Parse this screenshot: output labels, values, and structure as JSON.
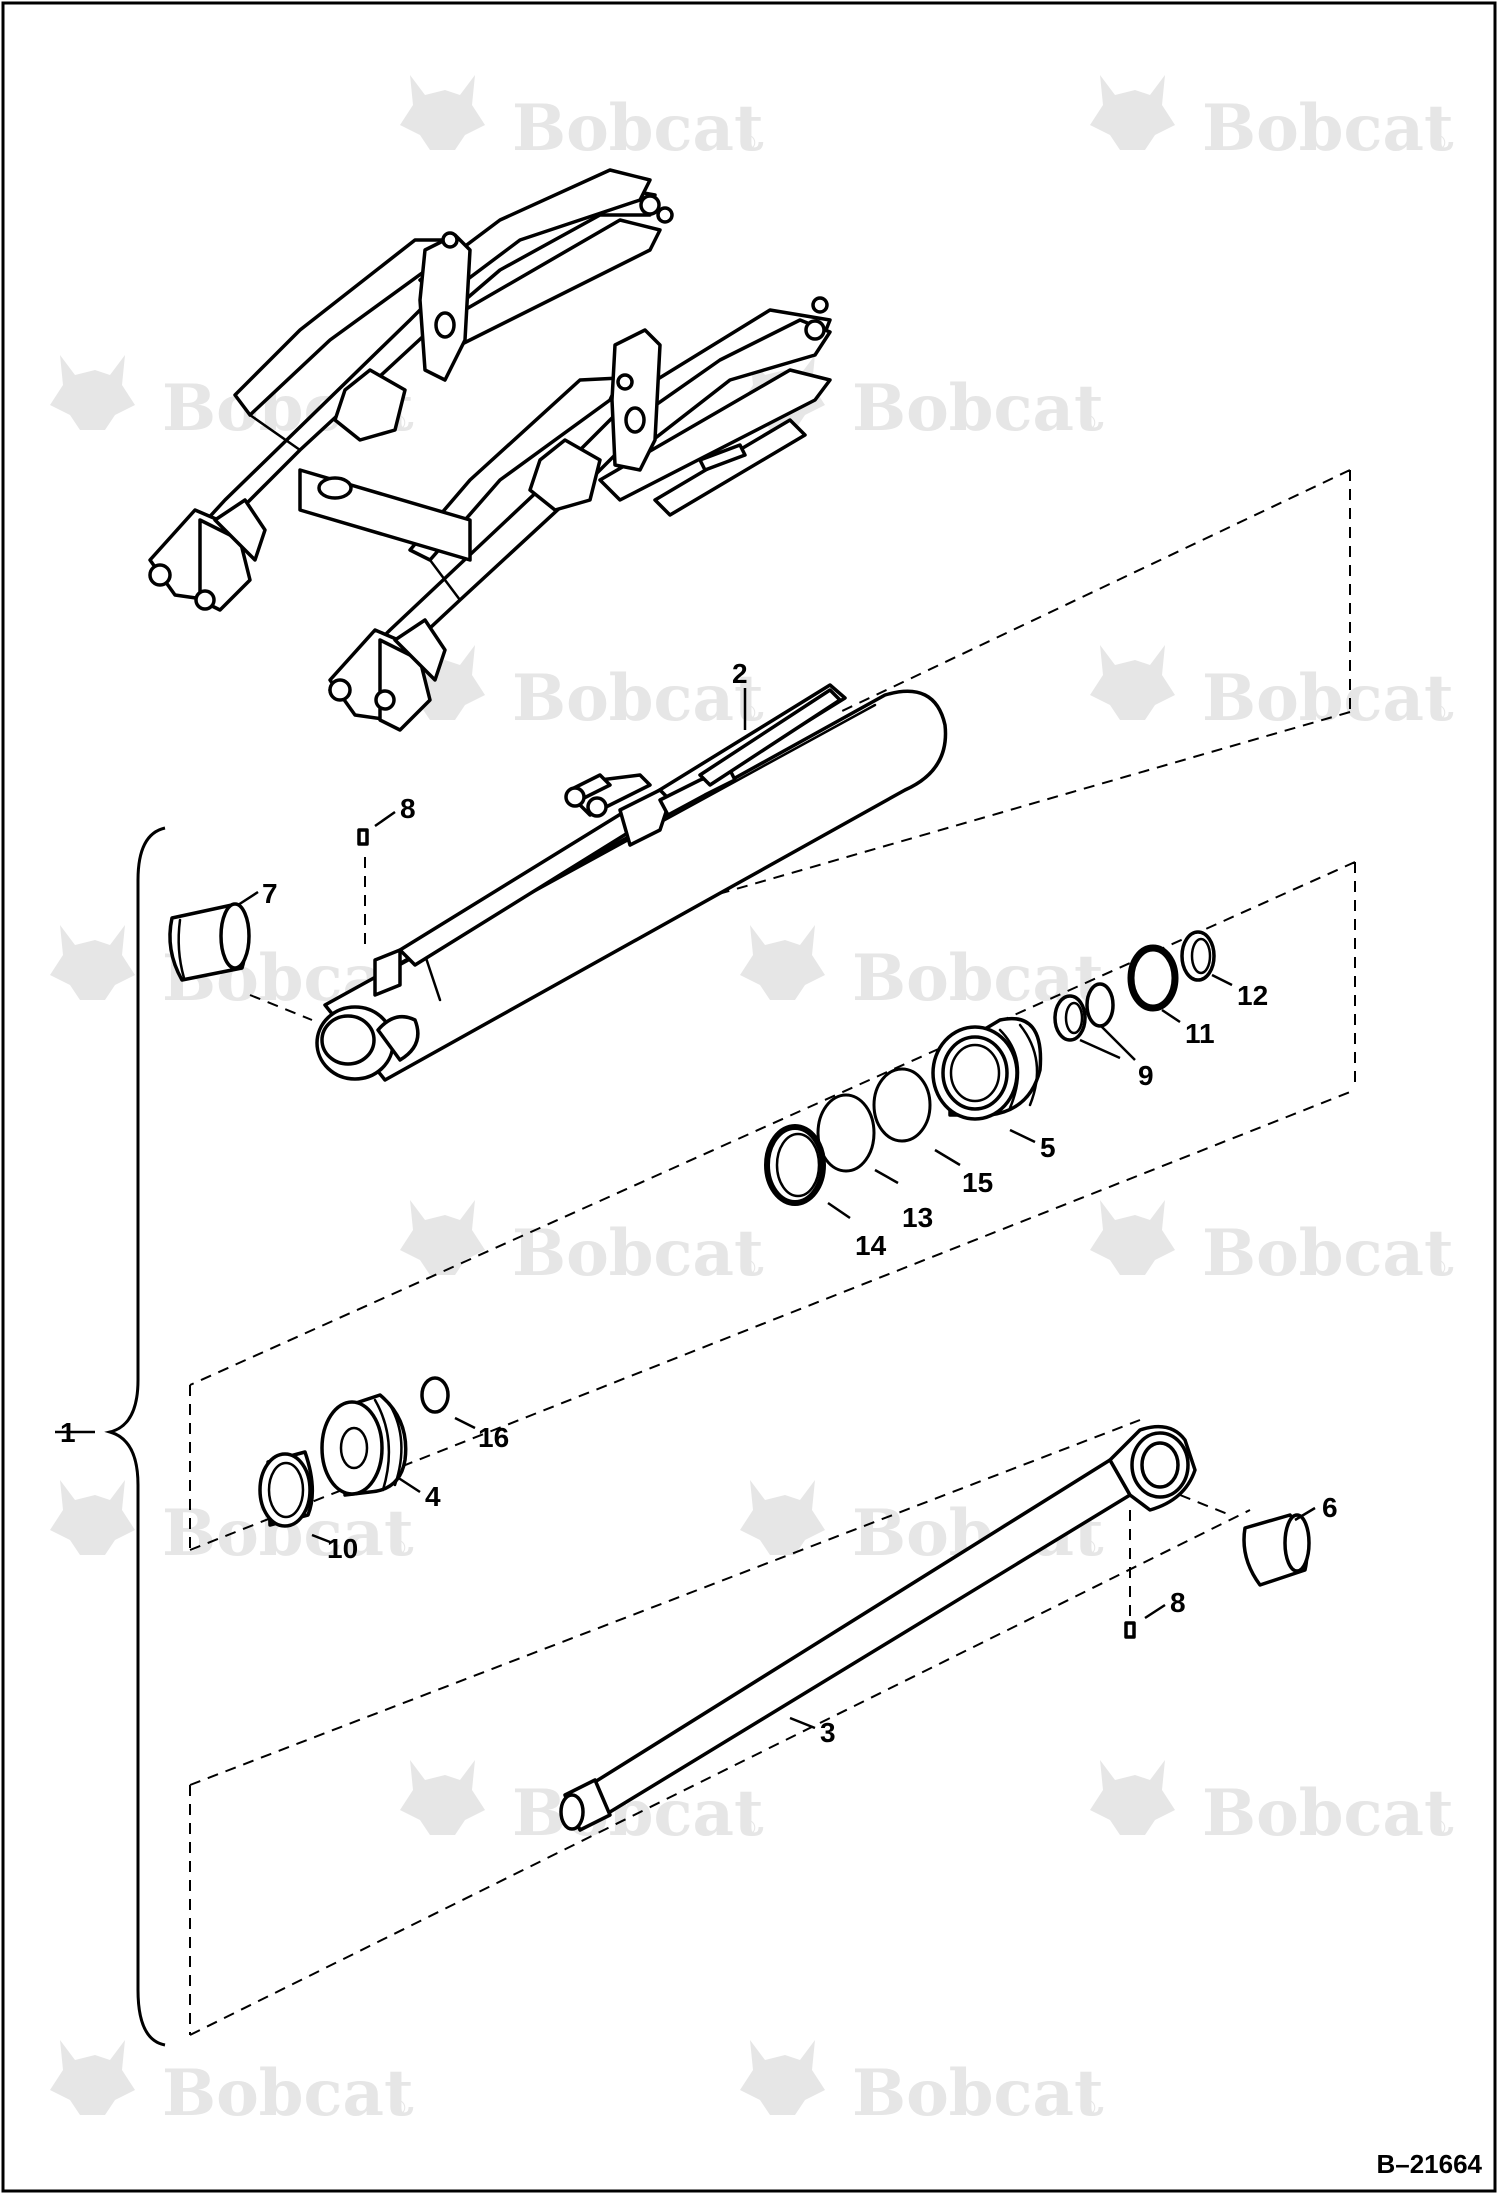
{
  "watermark": {
    "text": "Bobcat",
    "mark": "®",
    "logo_icon": "bobcat-head-icon"
  },
  "document_number": "B–21664",
  "callouts": [
    "1",
    "2",
    "3",
    "4",
    "5",
    "6",
    "7",
    "8",
    "8",
    "9",
    "10",
    "11",
    "12",
    "13",
    "14",
    "15",
    "16"
  ],
  "colors": {
    "line": "#000000",
    "background": "#ffffff",
    "watermark": "#e6e6e6"
  }
}
